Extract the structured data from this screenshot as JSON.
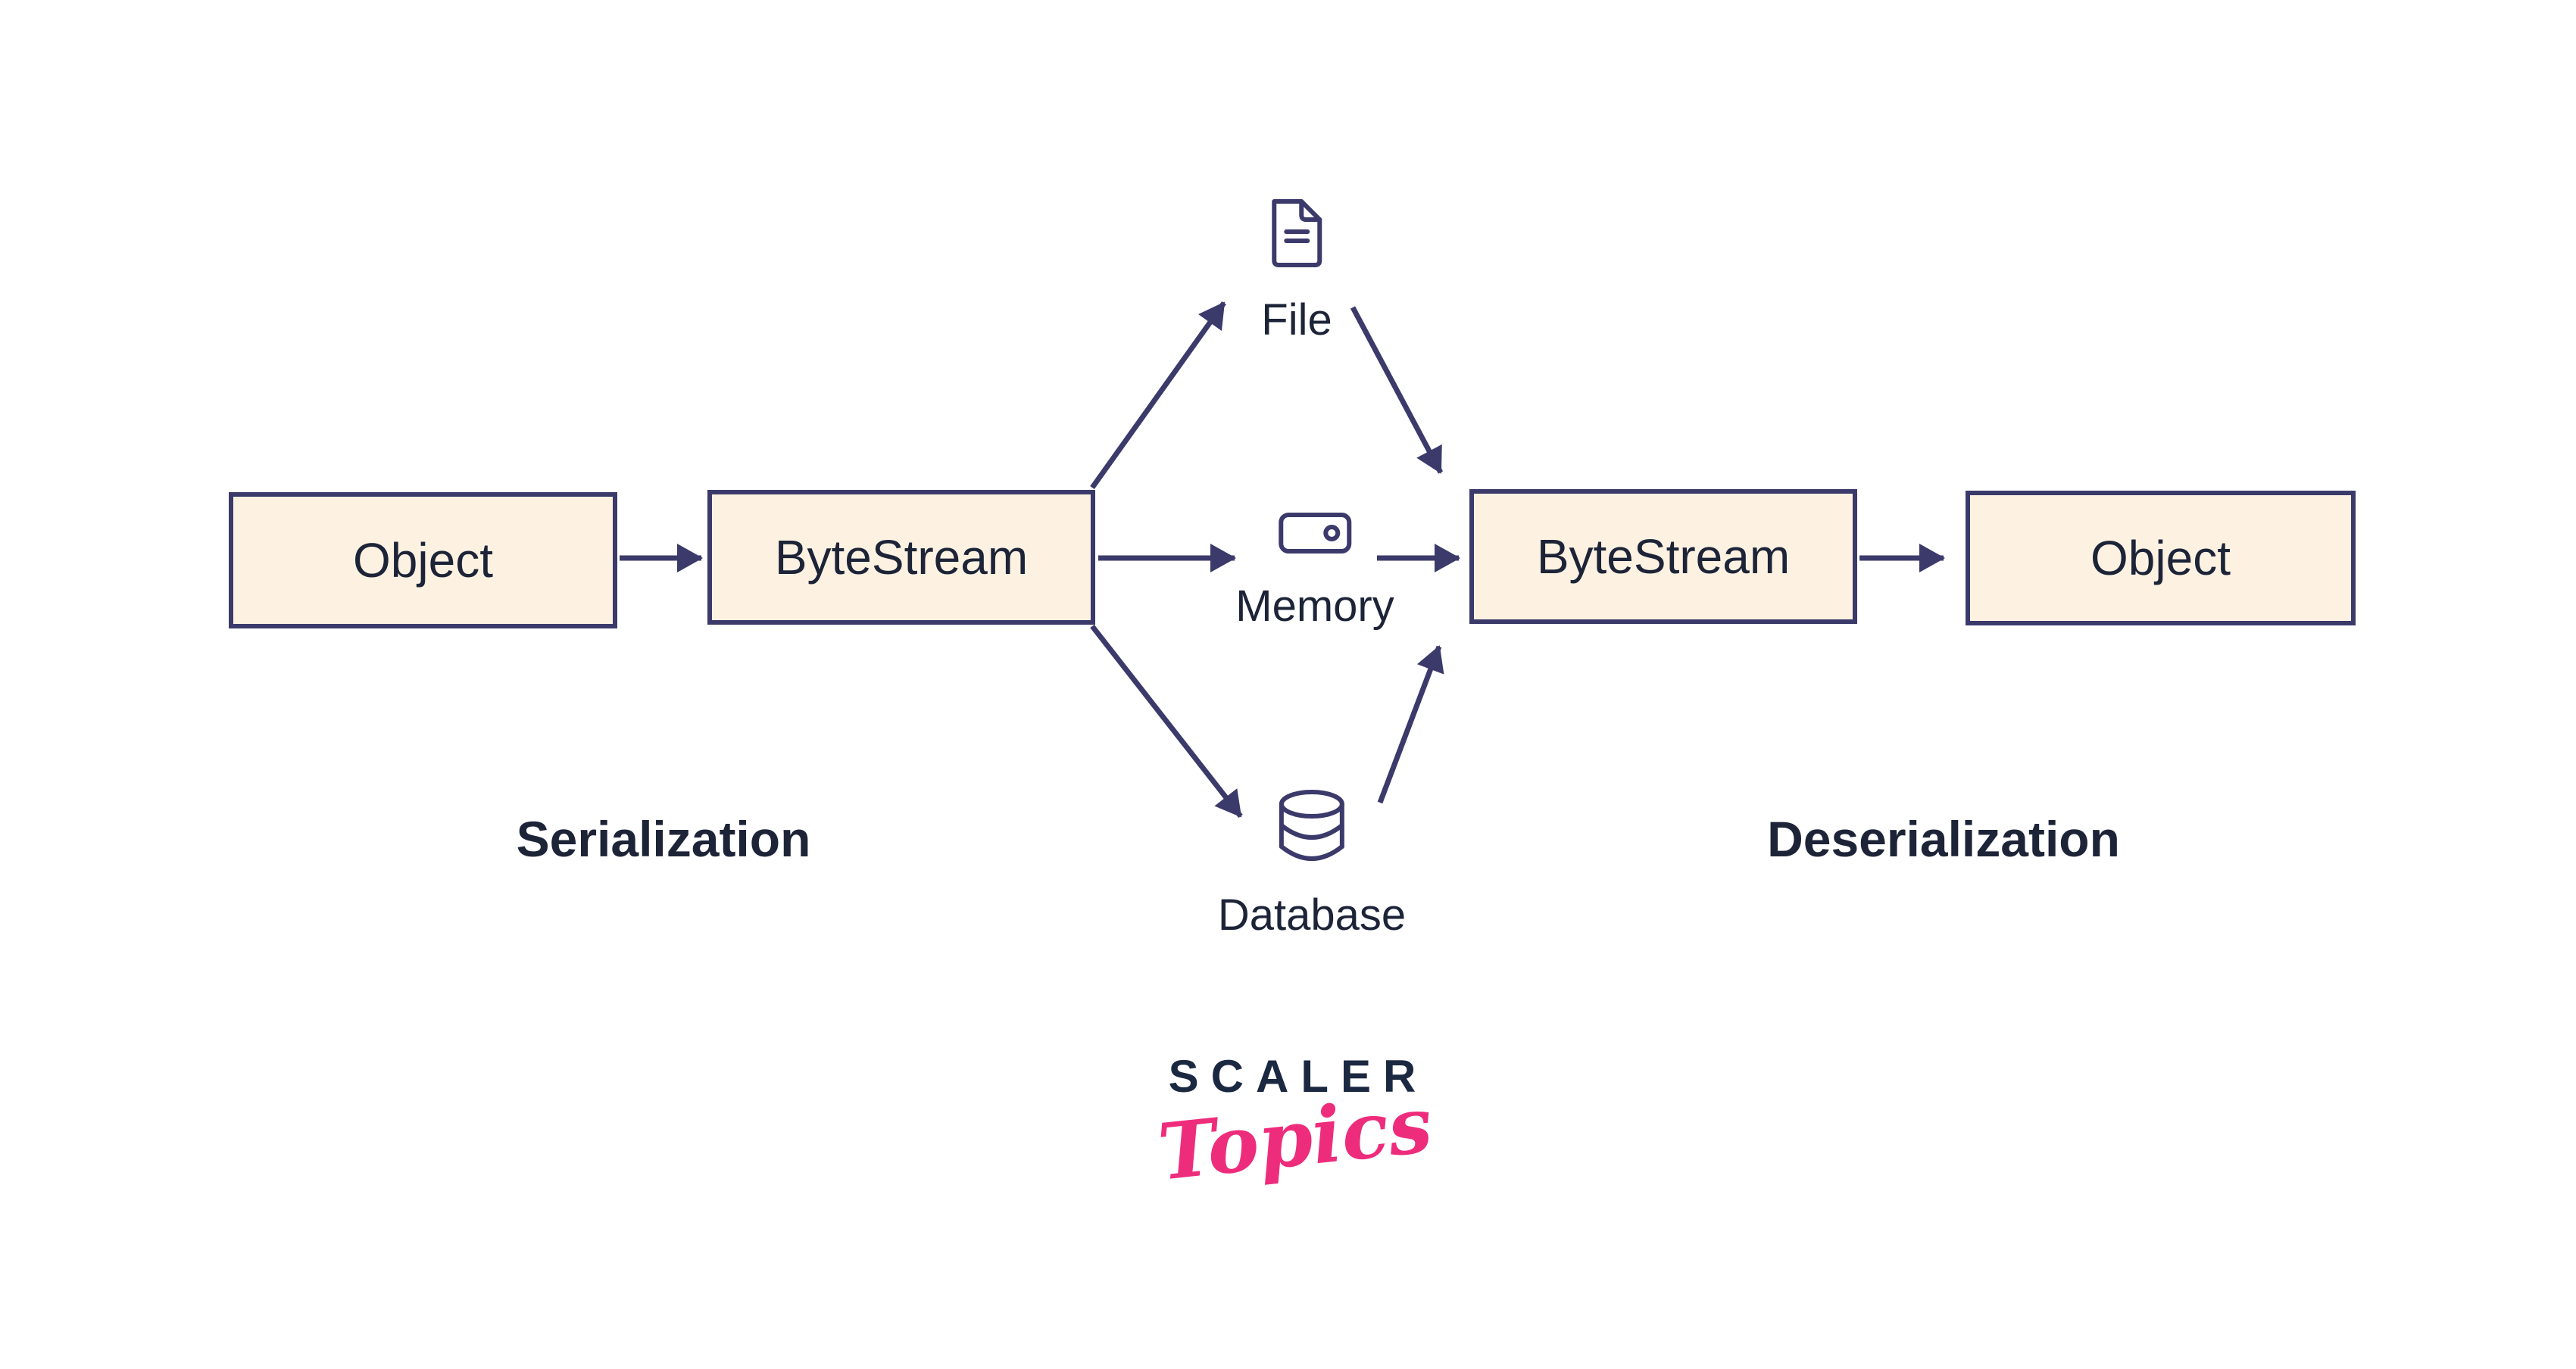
{
  "diagram": {
    "boxes": [
      {
        "id": "object-left",
        "label": "Object"
      },
      {
        "id": "bytestream-left",
        "label": "ByteStream"
      },
      {
        "id": "bytestream-right",
        "label": "ByteStream"
      },
      {
        "id": "object-right",
        "label": "Object"
      }
    ],
    "targets": [
      {
        "id": "file",
        "label": "File",
        "icon": "file-icon"
      },
      {
        "id": "memory",
        "label": "Memory",
        "icon": "memory-icon"
      },
      {
        "id": "database",
        "label": "Database",
        "icon": "database-icon"
      }
    ],
    "phases": {
      "left": "Serialization",
      "right": "Deserialization"
    },
    "flow": [
      "Object → ByteStream → File/Memory/Database",
      "File/Memory/Database → ByteStream → Object"
    ]
  },
  "logo": {
    "primary": "SCALER",
    "secondary": "Topics"
  },
  "colors": {
    "background": "#ffffff",
    "line": "#3b3a6b",
    "box-fill": "#fdf2e2",
    "box-border": "#3b3a6b",
    "ink": "#1d2438",
    "logo-navy": "#1b2841",
    "logo-pink": "#ee2c7c"
  }
}
